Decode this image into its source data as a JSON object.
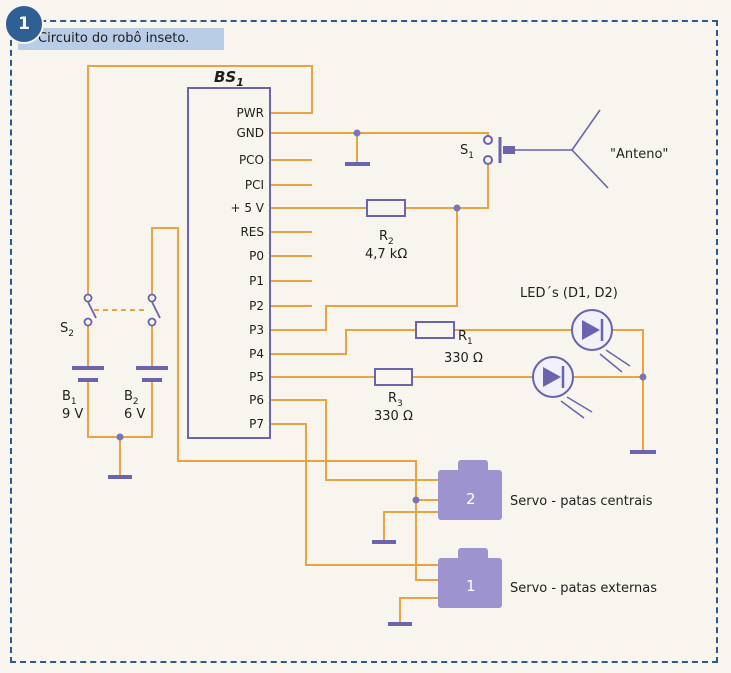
{
  "figure": {
    "badge": "1",
    "title": "Circuito do robô inseto."
  },
  "chip": {
    "name": "BS",
    "name_subscript": "1",
    "pins": [
      "PWR",
      "GND",
      "PCO",
      "PCI",
      "+ 5 V",
      "RES",
      "P0",
      "P1",
      "P2",
      "P3",
      "P4",
      "P5",
      "P6",
      "P7"
    ]
  },
  "switch_s1": {
    "label": "S",
    "subscript": "1"
  },
  "antenna": {
    "label": "\"Anteno\""
  },
  "resistors": [
    {
      "label": "R",
      "subscript": "2",
      "value": "4,7 kΩ"
    },
    {
      "label": "R",
      "subscript": "1",
      "value": "330 Ω"
    },
    {
      "label": "R",
      "subscript": "3",
      "value": "330 Ω"
    }
  ],
  "leds": {
    "label": "LED´s (D1, D2)"
  },
  "switch_s2": {
    "label": "S",
    "subscript": "2"
  },
  "batteries": [
    {
      "label": "B",
      "subscript": "1",
      "value": "9 V"
    },
    {
      "label": "B",
      "subscript": "2",
      "value": "6 V"
    }
  ],
  "servos": [
    {
      "number": "2",
      "label": "Servo - patas centrais"
    },
    {
      "number": "1",
      "label": "Servo - patas externas"
    }
  ],
  "colors": {
    "wire": "#e8a443",
    "component": "#6a63ad",
    "servo": "#9c93cf",
    "frame": "#2d5a8c",
    "title_bg": "#b9cde7"
  }
}
